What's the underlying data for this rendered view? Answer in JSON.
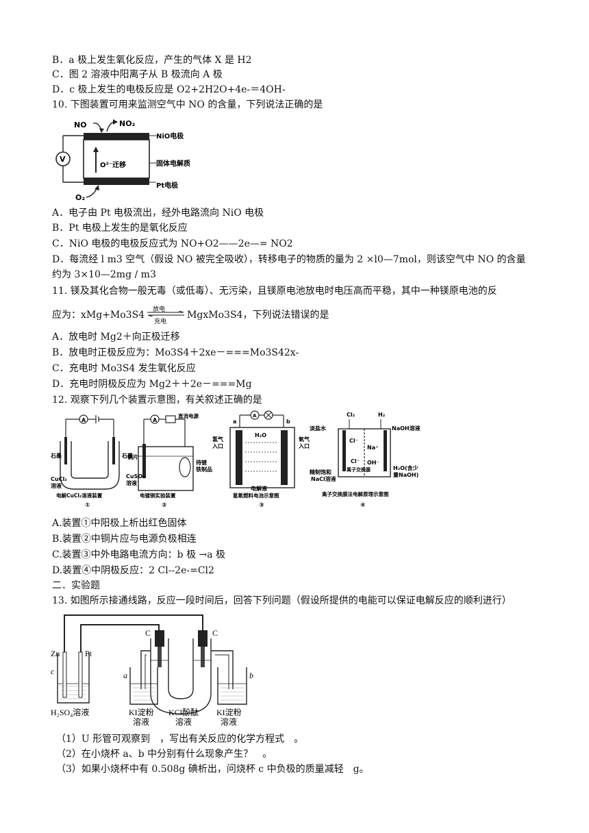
{
  "q9": {
    "optB": "B．a 极上发生氧化反应，产生的气体 X 是 H2",
    "optC": "C．图 2 溶液中阳离子从 B 极流向 A 极",
    "optD": "D．c 极上发生的电极反应是 O2+2H2O+4e-＝4OH-"
  },
  "q10": {
    "stem": "10. 下图装置可用来监测空气中 NO 的含量，下列说法正确的是",
    "figure_labels": {
      "no": "NO",
      "no2": "NO₂",
      "nio": "NiO电极",
      "v": "V",
      "migrate": "O²⁻迁移",
      "solid": "固体电解质",
      "pt": "Pt电极",
      "o2": "O₂"
    },
    "optA": "A．电子由 Pt 电极流出，经外电路流向 NiO 电极",
    "optB": "B．Pt 电极上发生的是氧化反应",
    "optC": "C．NiO 电极的电极反应式为 NO+O2——2e—= NO2",
    "optD1": "D．每流经 l m3 空气（假设 NO 被完全吸收），转移电子的物质的量为 2 ×l0—7mol，则该空气中 NO 的含量",
    "optD2": "约为 3×10—2mg / m3"
  },
  "q11": {
    "stem1": "11. 镁及其化合物一般无毒（或低毒）、无污染，且镁原电池放电时电压高而平稳，其中一种镁原电池的反",
    "stem2_prefix": "应为：xMg+Mo3S4",
    "arrow_top": "放电",
    "arrow_bottom": "充电",
    "stem2_suffix": "MgxMo3S4，下列说法错误的是",
    "optA": "A．放电时 Mg2＋向正极迁移",
    "optB": "B．放电时正极反应为：Mo3S4＋2xe－===Mo3S42x-",
    "optC": "C．充电时 Mo3S4 发生氧化反应",
    "optD": "D．充电时阴极反应为 Mg2＋＋2e－===Mg"
  },
  "q12": {
    "stem": "12. 观察下列几个装置示意图，有关叙述正确的是",
    "fig1": {
      "a": "A",
      "left": "石墨",
      "right": "石墨",
      "sol": "CuCl₂",
      "sol2": "溶液",
      "caption": "电解CuCl₂溶液装置",
      "num": "①"
    },
    "fig2": {
      "a": "A",
      "power": "直流电源",
      "cu": "铜片",
      "sol": "CuSO₄",
      "sol2": "溶液",
      "item": "待镀",
      "item2": "铁制品",
      "caption": "电镀铜实验装置",
      "num": "②"
    },
    "fig3": {
      "a": "a",
      "b": "b",
      "h2in": "氢气",
      "h2in2": "入口",
      "o2in": "氧气",
      "o2in2": "入口",
      "h2o": "H₂O",
      "elec": "电解液",
      "caption": "氢氧燃料电池示意图",
      "num": "③"
    },
    "fig4": {
      "cl2": "Cl₂",
      "h2": "H₂",
      "lightsalt": "淡盐水",
      "naoh": "NaOH溶液",
      "na": "Na⁺",
      "cl": "Cl⁻",
      "oh": "OH⁻",
      "sat": "精制饱和",
      "nacl": "NaCl溶液",
      "membrane": "离子交换膜",
      "water": "H₂O(含少",
      "water2": "量NaOH)",
      "caption": "离子交换膜法电解原理示意图",
      "num": "④"
    },
    "optA": "A.装置①中阳极上析出红色固体",
    "optB": "B.装置②中铜片应与电源负极相连",
    "optC": "C.装置③中外电路电流方向：b 极 →a 极",
    "optD": "D.装置④中阴极反应：2 Cl--2e-=Cl2"
  },
  "section2": "二．实验题",
  "q13": {
    "stem": "13. 如图所示接通线路，反应一段时间后，回答下列问题（假设所提供的电能可以保证电解反应的顺利进行）",
    "figure_labels": {
      "zn": "Zn",
      "pt": "Pt",
      "c_left": "C",
      "c_right": "C",
      "c_beaker": "c",
      "a": "a",
      "b": "b",
      "h2so4": "H₂SO₄溶液",
      "ki1": "KI淀粉",
      "ki1b": "溶液",
      "kcl": "KCl酚酞",
      "kclb": "溶液",
      "ki2": "KI淀粉",
      "ki2b": "溶液"
    },
    "sub1": "（1）U 形管可观察到　，写出有关反应的化学方程式　。",
    "sub2": "（2）在小烧杯 a、b 中分别有什么现象产生？　。",
    "sub3": "（3）如果小烧杯中有 0.508g 碘析出，问烧杯 c 中负极的质量减轻　g。"
  }
}
